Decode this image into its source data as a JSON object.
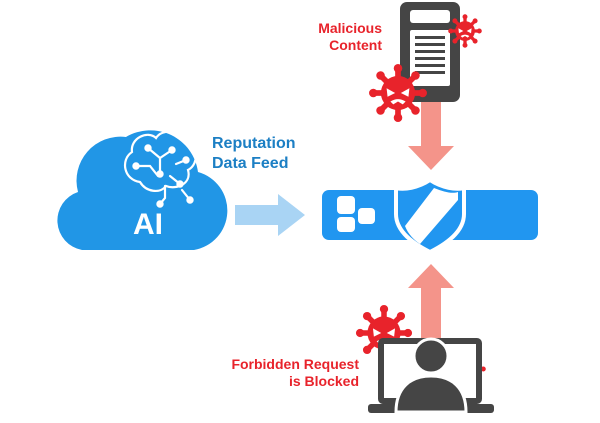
{
  "labels": {
    "malicious_line1": "Malicious",
    "malicious_line2": "Content",
    "reputation_line1": "Reputation",
    "reputation_line2": "Data Feed",
    "ai": "AI",
    "forbidden_line1": "Forbidden Request",
    "forbidden_line2": "is Blocked"
  },
  "colors": {
    "threat_red": "#e8232b",
    "accent_blue": "#1c7fc4",
    "cloud_blue": "#2196e6",
    "firewall_blue": "#2196f0",
    "arrow_pink": "#f4948a",
    "arrow_lightblue": "#a9d4f4",
    "device_dark": "#454545"
  },
  "icons": [
    "cloud-icon",
    "brain-circuit-icon",
    "server-icon",
    "virus-icon",
    "firewall-icon",
    "shield-icon",
    "user-icon",
    "laptop-icon"
  ]
}
